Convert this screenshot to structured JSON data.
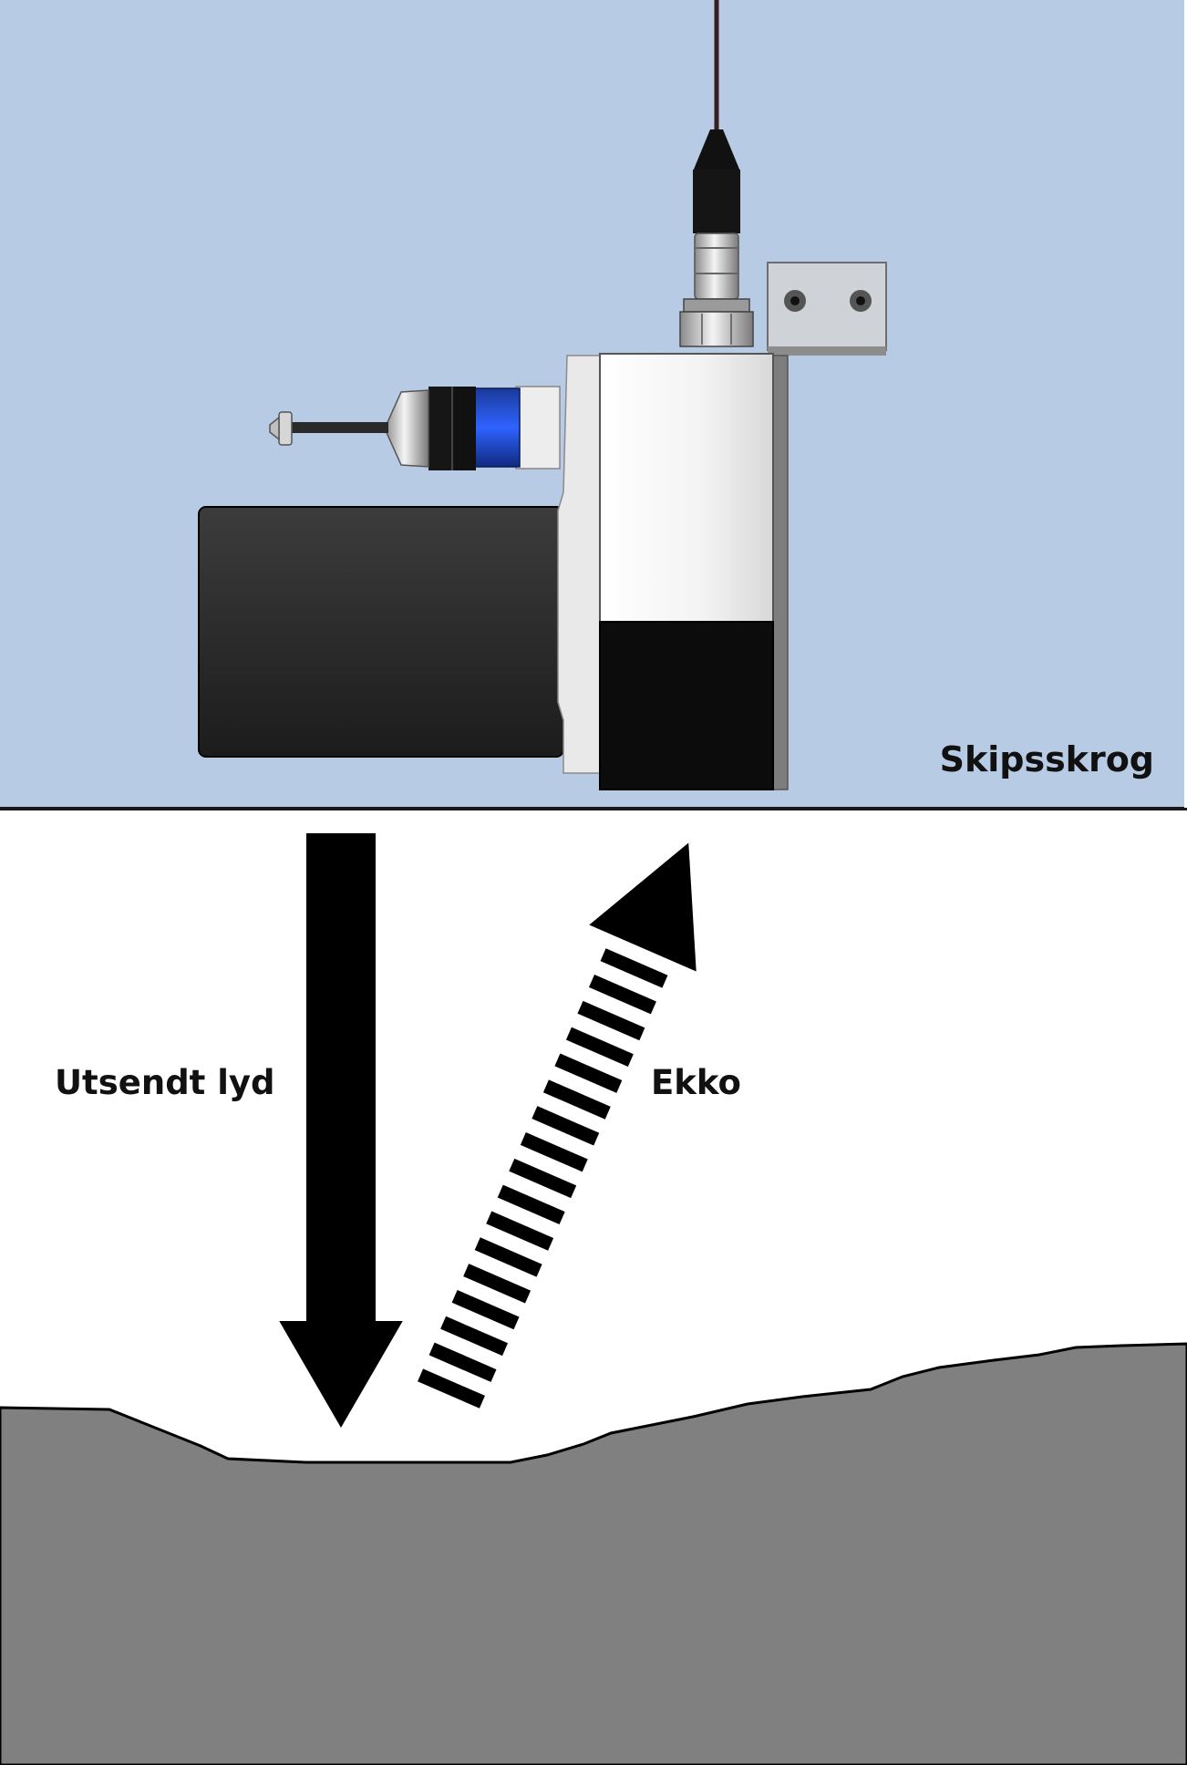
{
  "labels": {
    "hull": "Skipsskrog",
    "emitted": "Utsendt lyd",
    "echo": "Ekko"
  },
  "colors": {
    "hull_bg": "#b8cbe4",
    "water_bg": "#ffffff",
    "seabed": "#808080",
    "arrow": "#000000",
    "transducer_body": "#f2f2f2",
    "transducer_dark": "#0c0c0c",
    "motor": "#2a2a2a",
    "connector_blue": "#1437c8"
  },
  "icons": [
    "echo-sounder-transducer-icon",
    "cable-icon",
    "mounting-bracket-icon"
  ]
}
